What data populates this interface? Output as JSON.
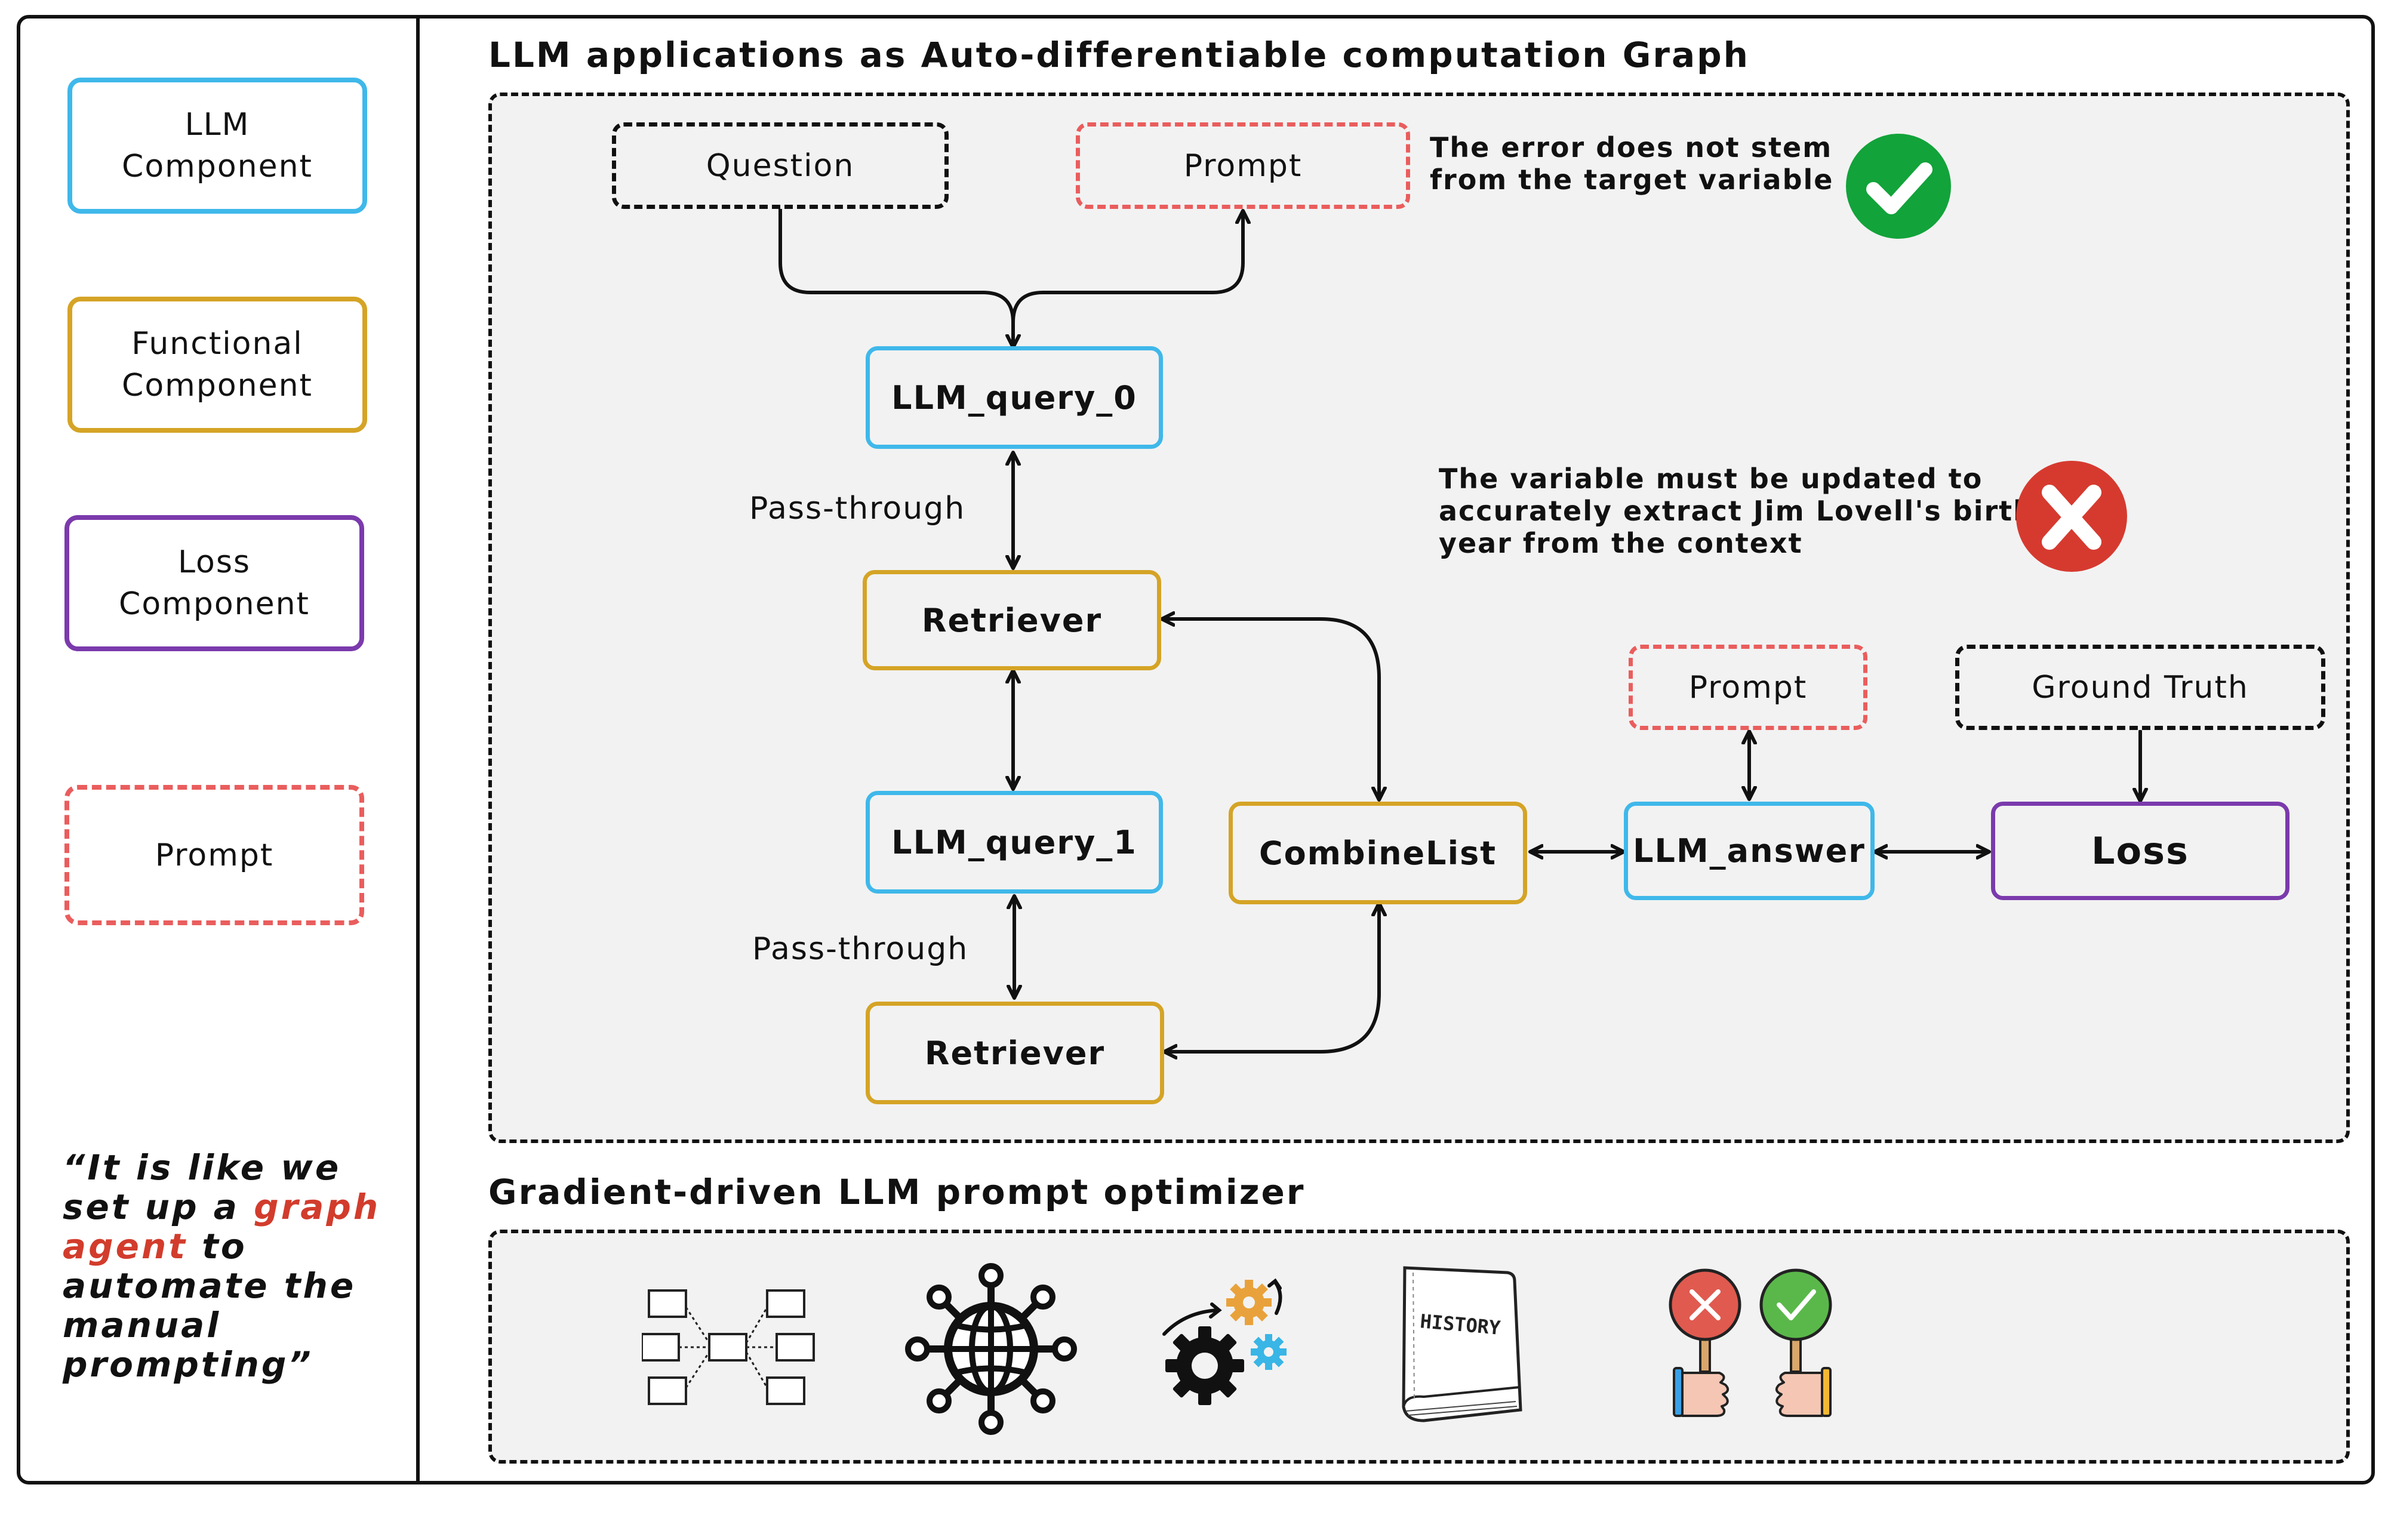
{
  "legend": {
    "llm": [
      "LLM",
      "Component"
    ],
    "functional": [
      "Functional",
      "Component"
    ],
    "loss": [
      "Loss",
      "Component"
    ],
    "prompt": "Prompt"
  },
  "quote": {
    "before": "“It is like we set up a ",
    "highlight": "graph agent",
    "after": " to automate the manual prompting”"
  },
  "graph": {
    "title": "LLM applications as Auto-differentiable computation Graph",
    "nodes": {
      "question": "Question",
      "prompt_top": "Prompt",
      "llm_query_0": "LLM_query_0",
      "retriever_1": "Retriever",
      "llm_query_1": "LLM_query_1",
      "retriever_2": "Retriever",
      "combine_list": "CombineList",
      "prompt_answer": "Prompt",
      "llm_answer": "LLM_answer",
      "ground_truth": "Ground Truth",
      "loss": "Loss"
    },
    "edge_labels": {
      "pass_through_1": "Pass-through",
      "pass_through_2": "Pass-through"
    },
    "notes": {
      "ok": [
        "The error does not stem",
        "from the target variable"
      ],
      "fix": [
        "The variable must be updated to",
        "accurately extract Jim Lovell's birth",
        "year from the context"
      ]
    },
    "status_icons": {
      "ok": "check-circle-icon",
      "fix": "x-circle-icon"
    }
  },
  "optimizer": {
    "title": "Gradient-driven LLM prompt optimizer",
    "history_book_text": "HISTORY",
    "icons": [
      "graph-network-icon",
      "globe-network-icon",
      "gears-icon",
      "history-book-icon",
      "approve-reject-paddles-icon"
    ]
  },
  "colors": {
    "llm_border": "#3fb8ea",
    "functional_border": "#d5a426",
    "loss_border": "#7b3aac",
    "prompt_border": "#ea5d5d",
    "check_green": "#12a33a",
    "x_red": "#d63a2f",
    "quote_highlight": "#d23c2c",
    "panel_bg": "#f2f2f2"
  }
}
